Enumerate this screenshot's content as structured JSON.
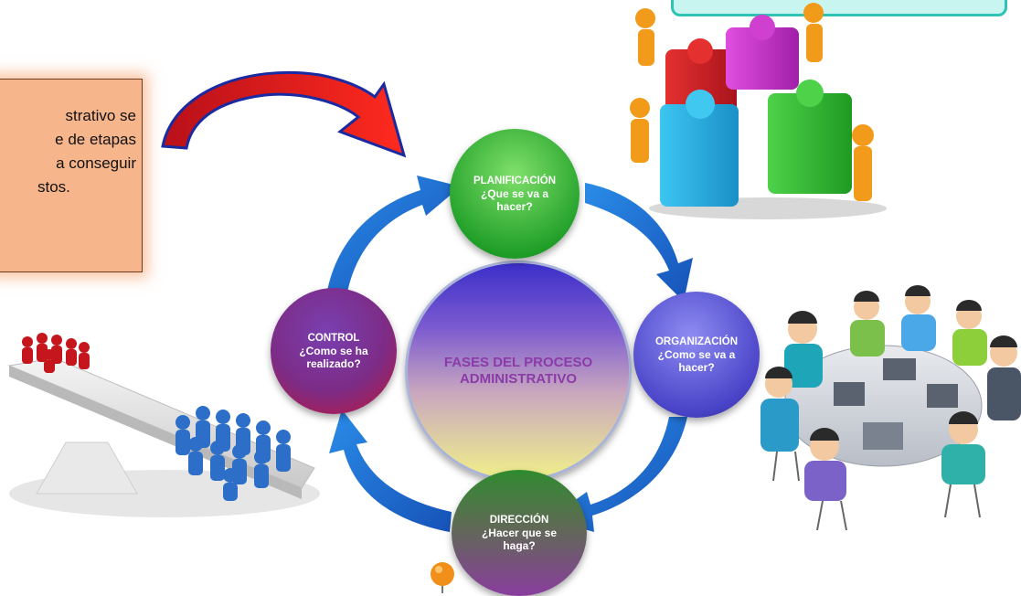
{
  "intro_text": {
    "lines": [
      "strativo  se",
      "e de etapas",
      "a  conseguir",
      "stos."
    ]
  },
  "center": {
    "line1": "FASES DEL PROCESO",
    "line2": "ADMINISTRATIVO"
  },
  "phases": [
    {
      "title": "PLANIFICACIÓN",
      "line1": "¿Que se va a",
      "line2": "hacer?"
    },
    {
      "title": "ORGANIZACIÓN",
      "line1": "¿Como se va a",
      "line2": "hacer?"
    },
    {
      "title": "DIRECCIÓN",
      "line1": "¿Hacer que se",
      "line2": "haga?"
    },
    {
      "title": "CONTROL",
      "line1": "¿Como se ha",
      "line2": "realizado?"
    }
  ],
  "colors": {
    "arrow_blue": "#1f6fd6",
    "arrow_red": "#d8141c",
    "planificacion": "#2ca632",
    "organizacion": "#5450d6",
    "direccion": "#7a3aa8",
    "control": "#b0204a"
  },
  "illustrations": [
    "puzzle-team-illustration",
    "round-table-team-illustration",
    "balance-scale-people-illustration"
  ]
}
